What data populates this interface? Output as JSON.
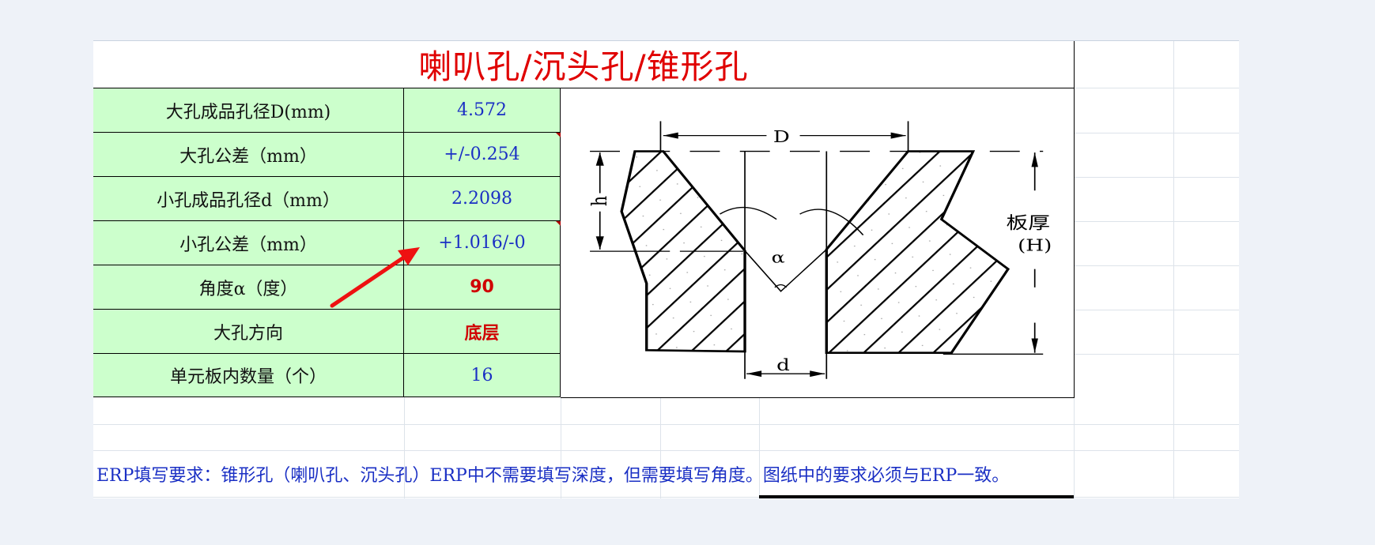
{
  "title": "喇叭孔/沉头孔/锥形孔",
  "rows": [
    {
      "label": "大孔成品孔径D(mm)",
      "value": "4.572",
      "highlight": false
    },
    {
      "label": "大孔公差（mm）",
      "value": "+/-0.254",
      "highlight": false
    },
    {
      "label": "小孔成品孔径d（mm）",
      "value": "2.2098",
      "highlight": false
    },
    {
      "label": "小孔公差（mm）",
      "value": "+1.016/-0",
      "highlight": false
    },
    {
      "label": "角度α（度）",
      "value": "90",
      "highlight": true
    },
    {
      "label": "大孔方向",
      "value": "底层",
      "highlight": true
    },
    {
      "label": "单元板内数量（个）",
      "value": "16",
      "highlight": false
    }
  ],
  "drawing": {
    "label_D": "D",
    "label_d": "d",
    "label_h": "h",
    "label_alpha": "α",
    "label_thickness": "板厚",
    "label_H": "(H)"
  },
  "note": "ERP填写要求：锥形孔（喇叭孔、沉头孔）ERP中不需要填写深度，但需要填写角度。图纸中的要求必须与ERP一致。",
  "colors": {
    "cell_bg": "#ccffcc",
    "value_blue": "#1a2fc4",
    "accent_red": "#e00000",
    "arrow": "#ee1111"
  }
}
